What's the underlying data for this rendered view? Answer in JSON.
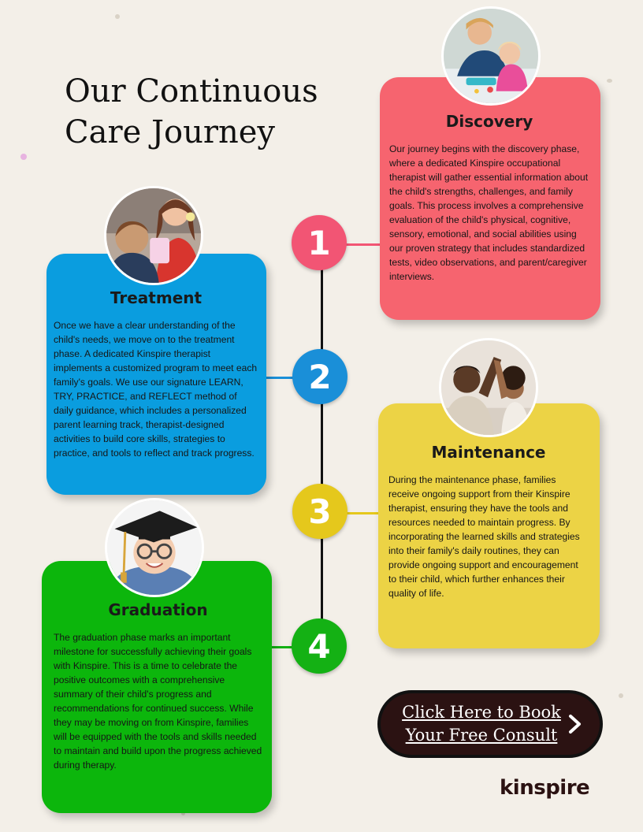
{
  "page": {
    "title_line1": "Our Continuous",
    "title_line2": "Care Journey"
  },
  "colors": {
    "discovery": "#f6646f",
    "treatment": "#0a9ddf",
    "maintenance": "#ecd345",
    "graduation": "#0cb60c",
    "badge_1": "#f25574",
    "badge_2": "#1a8fd8",
    "badge_3": "#e5c81c",
    "badge_4": "#14b114",
    "cta_bg": "#2b1212",
    "logo": "#2b1212"
  },
  "steps": [
    {
      "number": "1",
      "title": "Discovery",
      "photo_icon": "therapist-with-child-photo",
      "body": "Our journey begins with the discovery phase, where a dedicated Kinspire occupational therapist will gather essential information about the child's strengths, challenges, and family goals. This process involves a comprehensive evaluation of the child's physical, cognitive, sensory, emotional, and social abilities using our proven strategy that includes standardized tests, video observations, and parent/caregiver interviews."
    },
    {
      "number": "2",
      "title": "Treatment",
      "photo_icon": "therapist-session-photo",
      "body": "Once we have a clear understanding of the child's needs, we move on to the treatment phase.  A dedicated Kinspire therapist implements a customized program to meet each family's goals. We use our signature LEARN, TRY, PRACTICE, and REFLECT method of daily guidance, which includes a personalized parent learning track, therapist-designed activities to build core skills, strategies to practice, and tools to reflect and track progress."
    },
    {
      "number": "3",
      "title": "Maintenance",
      "photo_icon": "parent-high-five-photo",
      "body": "During the maintenance phase, families receive ongoing support from their Kinspire therapist, ensuring they have the tools and resources needed to maintain progress. By incorporating the learned skills and strategies into their family's daily routines, they can provide ongoing support and encouragement to their child, which further enhances their quality of life."
    },
    {
      "number": "4",
      "title": "Graduation",
      "photo_icon": "child-graduation-cap-photo",
      "body": "The graduation phase marks an important milestone for successfully achieving their goals with Kinspire. This is a time to celebrate the positive outcomes with a comprehensive summary of their child's progress and recommendations for continued success. While they may be moving on from Kinspire, families will be equipped with the tools and skills needed to maintain and build upon the progress achieved during therapy."
    }
  ],
  "cta": {
    "label": "Click Here to Book\nYour Free Consult",
    "arrow_icon": "chevron-right-icon"
  },
  "brand": {
    "logo_text": "kinspire"
  }
}
